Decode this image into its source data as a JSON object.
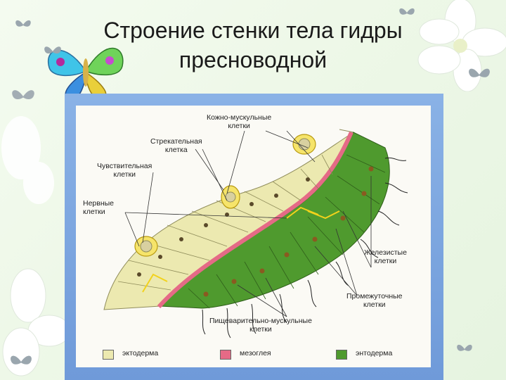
{
  "slide": {
    "title_line1": "Строение стенки тела гидры",
    "title_line2": "пресноводной"
  },
  "labels": {
    "skin_muscle": [
      "Кожно-мускульные",
      "клетки"
    ],
    "stinging": [
      "Стрекательная",
      "клетка"
    ],
    "sensory": [
      "Чувствительная",
      "клетки"
    ],
    "nerve": [
      "Нервные",
      "клетки"
    ],
    "glandular": [
      "Железистые",
      "клетки"
    ],
    "intermediate": [
      "Промежуточные",
      "клетки"
    ],
    "digestive_muscle": [
      "Пищеварительно-мускульные",
      "клетки"
    ]
  },
  "legend": [
    {
      "label": "эктодерма",
      "color": "#ece9b0"
    },
    {
      "label": "мезоглея",
      "color": "#e56a86"
    },
    {
      "label": "энтодерма",
      "color": "#4f9a2e"
    }
  ],
  "colors": {
    "ectoderm": "#ece9b0",
    "mesoglea": "#e56a86",
    "endoderm": "#4f9a2e",
    "panel": "#7aa4de",
    "nerve": "#f2d21b"
  },
  "icons": [
    "butterfly-icon",
    "flower-icon"
  ]
}
